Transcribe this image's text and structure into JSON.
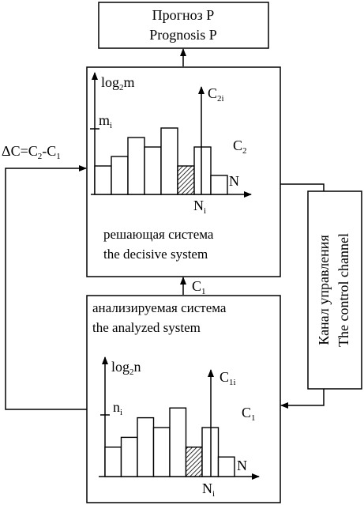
{
  "prognosis_box": {
    "line1": "Прогноз P",
    "line2": "Prognosis P"
  },
  "decisive_box": {
    "caption_ru": "решающая система",
    "caption_en": "the decisive system",
    "chart": {
      "y_axis_label": "log",
      "y_axis_sub": "2",
      "y_axis_var": "m",
      "level_label": "m",
      "level_sub": "i",
      "x_axis_label": "N",
      "marker_label": "N",
      "marker_sub": "i",
      "arrow_label": "C",
      "arrow_sub": "2i",
      "system_label": "C",
      "system_sub": "2",
      "bars": [
        3,
        4,
        6,
        5,
        7,
        3,
        5,
        2
      ],
      "highlighted_bar_index": 5
    }
  },
  "analyzed_box": {
    "caption_ru": "анализируемая система",
    "caption_en": "the analyzed system",
    "chart": {
      "y_axis_label": "log",
      "y_axis_sub": "2",
      "y_axis_var": "n",
      "level_label": "n",
      "level_sub": "i",
      "x_axis_label": "N",
      "marker_label": "N",
      "marker_sub": "i",
      "arrow_label": "C",
      "arrow_sub": "1i",
      "system_label": "C",
      "system_sub": "1",
      "bars": [
        3,
        4,
        6,
        5,
        7,
        3,
        5,
        2
      ],
      "highlighted_bar_index": 5
    }
  },
  "control_channel": {
    "line_ru": "Канал управления",
    "line_en": "The control channel"
  },
  "arrow_c1": {
    "label": "C",
    "sub": "1"
  },
  "feedback": {
    "prefix": "ΔC=C",
    "sub1": "2",
    "mid": "-C",
    "sub2": "1"
  }
}
